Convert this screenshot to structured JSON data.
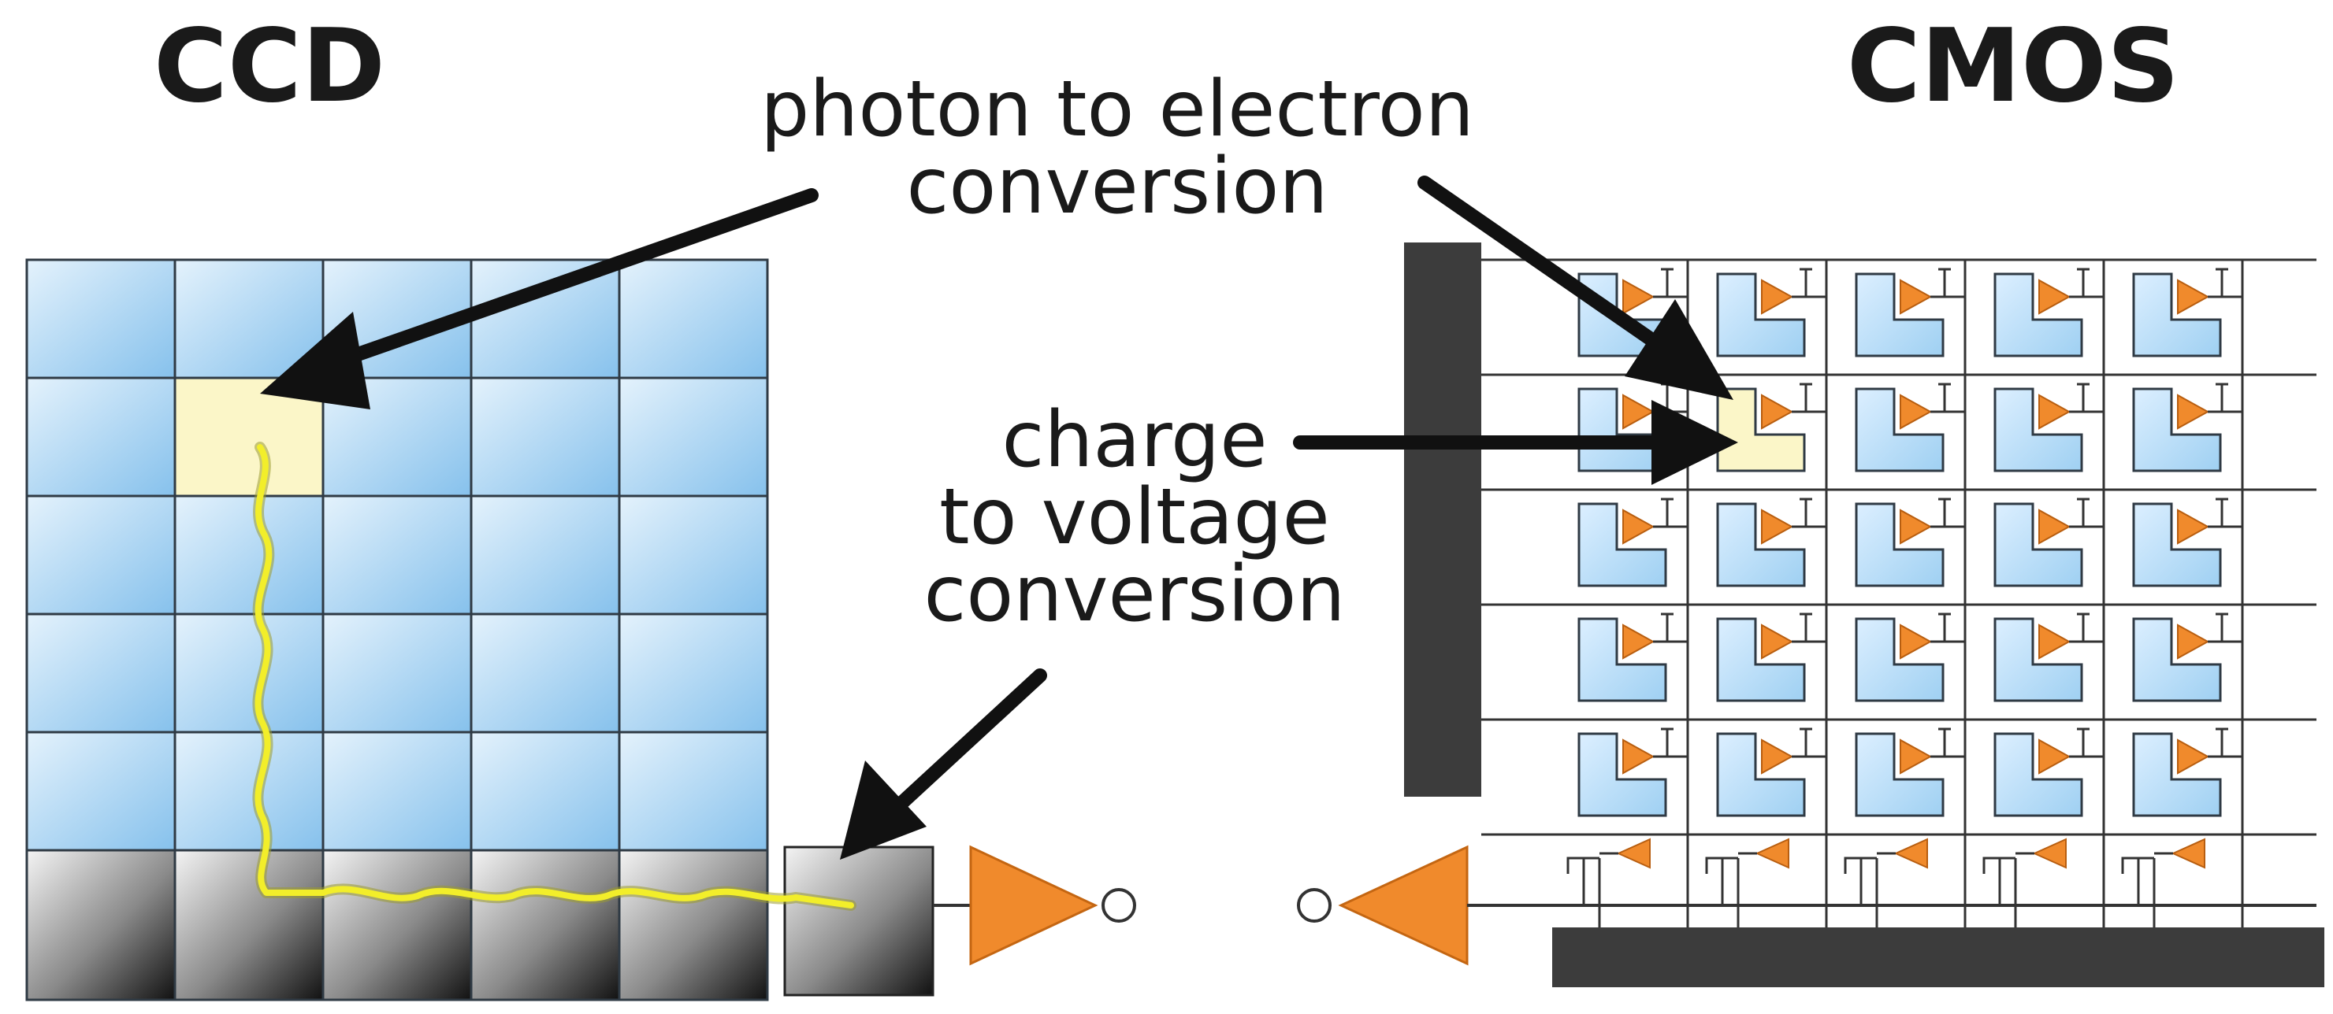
{
  "titles": {
    "ccd": "CCD",
    "cmos": "CMOS"
  },
  "labels": {
    "photon_line1": "photon to electron",
    "photon_line2": "conversion",
    "charge_line1": "charge",
    "charge_line2": "to voltage",
    "charge_line3": "conversion"
  },
  "colors": {
    "pixel_light": "#d8ecfa",
    "pixel_dark": "#8fc6ee",
    "highlight_pixel": "#fbf6c8",
    "electron_path": "#f2ee2a",
    "amplifier": "#f08a2c",
    "bus": "#3c3c3c",
    "arrow": "#111111",
    "grid_line": "#333333"
  },
  "ccd_grid": {
    "columns": 5,
    "rows": 6
  },
  "cmos_grid": {
    "columns": 5,
    "rows": 5
  }
}
